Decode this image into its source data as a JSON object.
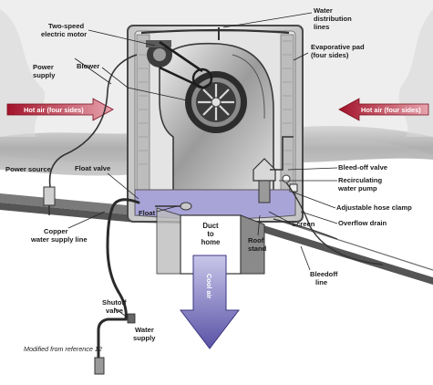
{
  "labels": {
    "two_speed_motor_1": "Two-speed",
    "two_speed_motor_2": "electric motor",
    "power_supply_1": "Power",
    "power_supply_2": "supply",
    "blower": "Blower",
    "water_dist_1": "Water",
    "water_dist_2": "distribution",
    "water_dist_3": "lines",
    "evap_pad_1": "Evaporative pad",
    "evap_pad_2": "(four sides)",
    "hot_air_left": "Hot air (four sides)",
    "hot_air_right": "Hot air (four sides)",
    "power_source": "Power source",
    "float_valve": "Float valve",
    "bleed_off_valve": "Bleed-off valve",
    "recirc_1": "Recirculating",
    "recirc_2": "water pump",
    "hose_clamp": "Adjustable hose clamp",
    "overflow_drain": "Overflow drain",
    "screen": "Screen",
    "float": "Float",
    "duct_1": "Duct",
    "duct_2": "to",
    "duct_3": "home",
    "roof_1": "Roof",
    "roof_2": "stand",
    "copper_1": "Copper",
    "copper_2": "water supply line",
    "bleedoff_line_1": "Bleedoff",
    "bleedoff_line_2": "line",
    "shutoff_1": "Shutoff",
    "shutoff_2": "valve",
    "water_supply_1": "Water",
    "water_supply_2": "supply",
    "cool_air": "Cool air"
  },
  "caption": "Modified from reference 12",
  "colors": {
    "hot_air_arrow": "#b5172c",
    "cool_air_arrow": "#6a64b3",
    "water": "#a9a4d8",
    "cabinet": "#d9d9d9",
    "shadow_band": "#8c8c8c"
  }
}
